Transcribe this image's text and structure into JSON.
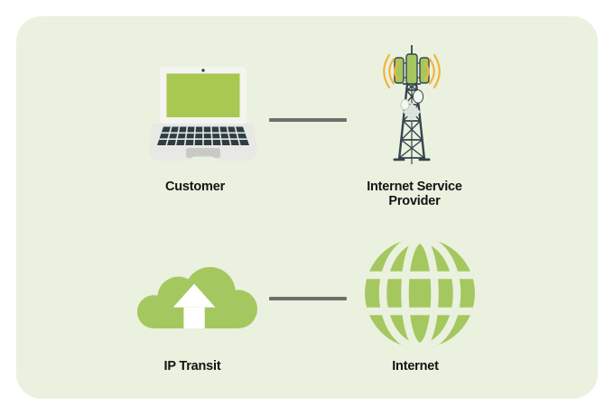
{
  "canvas": {
    "bg": "#ffffff",
    "panel_bg": "#eaf1df",
    "panel_radius": 28
  },
  "colors": {
    "green": "#a5c75f",
    "screen_green": "#a9c851",
    "slate": "#36454d",
    "amber": "#f0b53e",
    "line_gray": "#6c706c",
    "text": "#141414",
    "laptop_lid": "#f4f4f1",
    "laptop_base": "#e8e8e4",
    "keys": "#2e3d44",
    "trackpad": "#c9c9c5",
    "dish": "#f4f6f1",
    "diamond": "#dfe3dd"
  },
  "nodes": [
    {
      "id": "customer",
      "label": "Customer",
      "icon": "laptop-icon"
    },
    {
      "id": "isp",
      "label": "Internet Service Provider",
      "icon": "cell-tower-icon"
    },
    {
      "id": "ip-transit",
      "label": "IP Transit",
      "icon": "cloud-upload-icon"
    },
    {
      "id": "internet",
      "label": "Internet",
      "icon": "globe-icon"
    }
  ],
  "connections": [
    {
      "from": "customer",
      "to": "isp"
    },
    {
      "from": "ip-transit",
      "to": "internet"
    }
  ]
}
